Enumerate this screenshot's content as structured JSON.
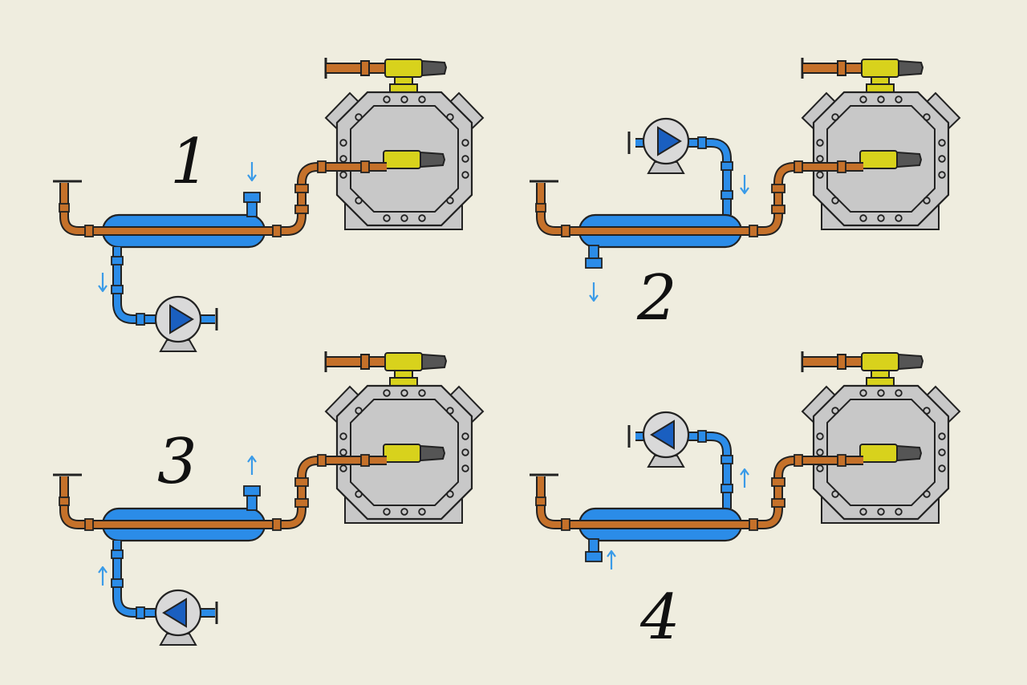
{
  "colors": {
    "background": "#efeddf",
    "copper": "#c5712a",
    "copper_dark": "#a45a1c",
    "water": "#2b8ce8",
    "water_light": "#4aa3f2",
    "water_dark": "#1a5fc0",
    "compressor_gray": "#c8c8c8",
    "valve_yellow": "#d8d21c",
    "arrow_blue": "#3a9be8",
    "outline": "#222222"
  },
  "panels": [
    {
      "number": "1",
      "pump_side": "bottom",
      "flow_direction": "down",
      "pump_icon": "pump-icon",
      "pump_arrow_icon": "arrow-right-icon"
    },
    {
      "number": "2",
      "pump_side": "top",
      "flow_direction": "down",
      "pump_icon": "pump-icon",
      "pump_arrow_icon": "arrow-right-icon"
    },
    {
      "number": "3",
      "pump_side": "bottom",
      "flow_direction": "up",
      "pump_icon": "pump-icon",
      "pump_arrow_icon": "arrow-left-icon"
    },
    {
      "number": "4",
      "pump_side": "top",
      "flow_direction": "up",
      "pump_icon": "pump-icon",
      "pump_arrow_icon": "arrow-left-icon"
    }
  ]
}
